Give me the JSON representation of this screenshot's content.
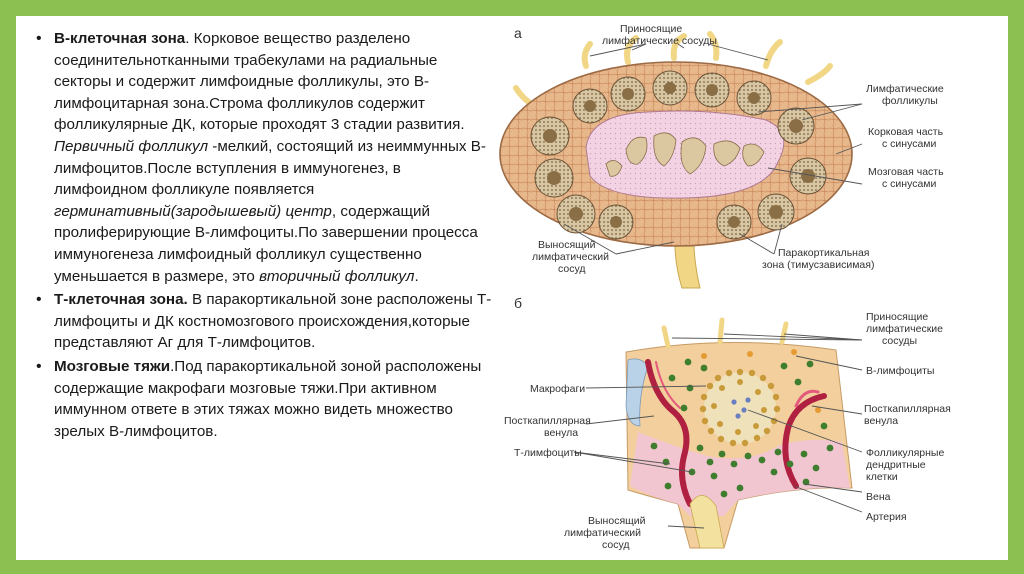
{
  "text": {
    "b1_head": "В-клеточная зона",
    "b1_p1": ". Корковое вещество разделено соединительнотканными трабекулами на радиальные секторы и содержит лимфоидные фолликулы, это В-лимфоцитарная зона.Строма фолликулов содержит фолликулярные ДК, которые проходят 3 стадии развития. ",
    "b1_i1": "Первичный фолликул",
    "b1_p2": " -мелкий, состоящий из неиммунных В-лимфоцитов.После вступления в иммуногенез, в лимфоидном фолликуле появляется ",
    "b1_i2": "герминативный(зародышевый) центр",
    "b1_p3": ", содержащий пролиферирующие В-лимфоциты.По завершении процесса иммуногенеза лимфоидный фолликул существенно уменьшается в размере, это ",
    "b1_i3": "вторичный фолликул",
    "b1_p4": ".",
    "b2_head": "Т-клеточная зона.",
    "b2_p1": " В паракортикальной зоне расположены Т-лимфоциты и ДК костномозгового происхождения,которые представляют Аг для Т-лимфоцитов.",
    "b3_head": "Мозговые тяжи",
    "b3_p1": ".Под паракортикальной зоной расположены содержащие макрофаги мозговые тяжи.При активном иммунном ответе в этих тяжах можно видеть множество зрелых В-лимфоцитов."
  },
  "figure_a": {
    "letter": "а",
    "afferent_1": "Приносящие",
    "afferent_2": "лимфатические сосуды",
    "follicles_1": "Лимфатические",
    "follicles_2": "фолликулы",
    "cortex_1": "Корковая часть",
    "cortex_2": "с синусами",
    "medulla_1": "Мозговая часть",
    "medulla_2": "с синусами",
    "efferent_1": "Выносящий",
    "efferent_2": "лимфатический",
    "efferent_3": "сосуд",
    "paracortex_1": "Паракортикальная",
    "paracortex_2": "зона (тимусзависимая)"
  },
  "figure_b": {
    "letter": "б",
    "afferent_1": "Приносящие",
    "afferent_2": "лимфатические",
    "afferent_3": "сосуды",
    "blymph": "В-лимфоциты",
    "macrophages": "Макрофаги",
    "postcap_l1": "Посткапиллярная",
    "postcap_l2": "венула",
    "postcap_r1": "Посткапиллярная",
    "postcap_r2": "венула",
    "tlymph": "Т-лимфоциты",
    "fdc_1": "Фолликулярные",
    "fdc_2": "дендритные",
    "fdc_3": "клетки",
    "vein": "Вена",
    "artery": "Артерия",
    "efferent_1": "Выносящий",
    "efferent_2": "лимфатический",
    "efferent_3": "сосуд"
  },
  "colors": {
    "background": "#8cc152",
    "node_outer": "#e8b98e",
    "node_medulla": "#f0c8dc",
    "follicle": "#d9c8a8",
    "t_cell": "#3f7d2f",
    "vessel": "#b02040"
  }
}
